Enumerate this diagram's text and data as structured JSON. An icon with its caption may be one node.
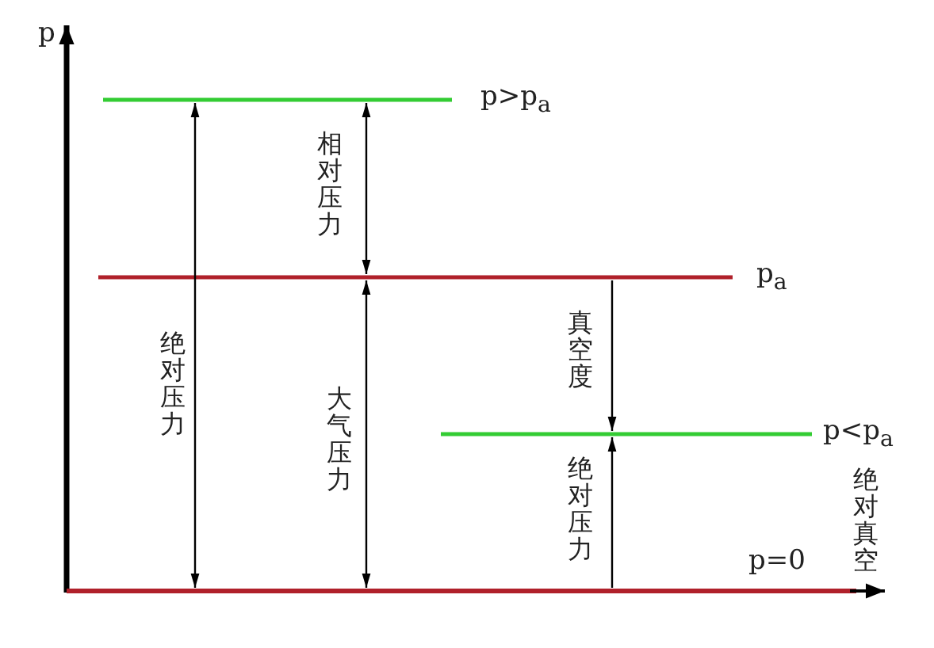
{
  "diagram": {
    "labels": [
      "p",
      "p>p$_{a}$",
      "相对压力",
      "p$_{a}$",
      "绝对压力",
      "大气压力",
      "真空度",
      "p<p$_{a}$",
      "绝对压力",
      "绝对真空",
      "p=0"
    ]
  }
}
